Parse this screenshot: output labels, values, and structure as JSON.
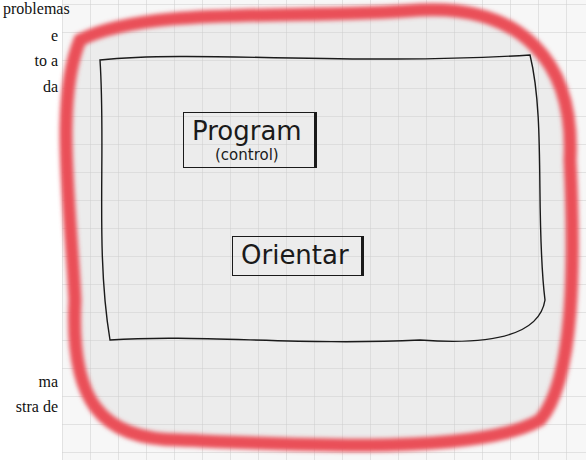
{
  "diagram": {
    "nodes": [
      {
        "text": [
          "Program",
          "(control)"
        ]
      },
      {
        "text": [
          "Orientar"
        ]
      }
    ],
    "labels": [
      "problemas",
      "e",
      "to a",
      "da",
      "ma",
      "stra de"
    ]
  }
}
